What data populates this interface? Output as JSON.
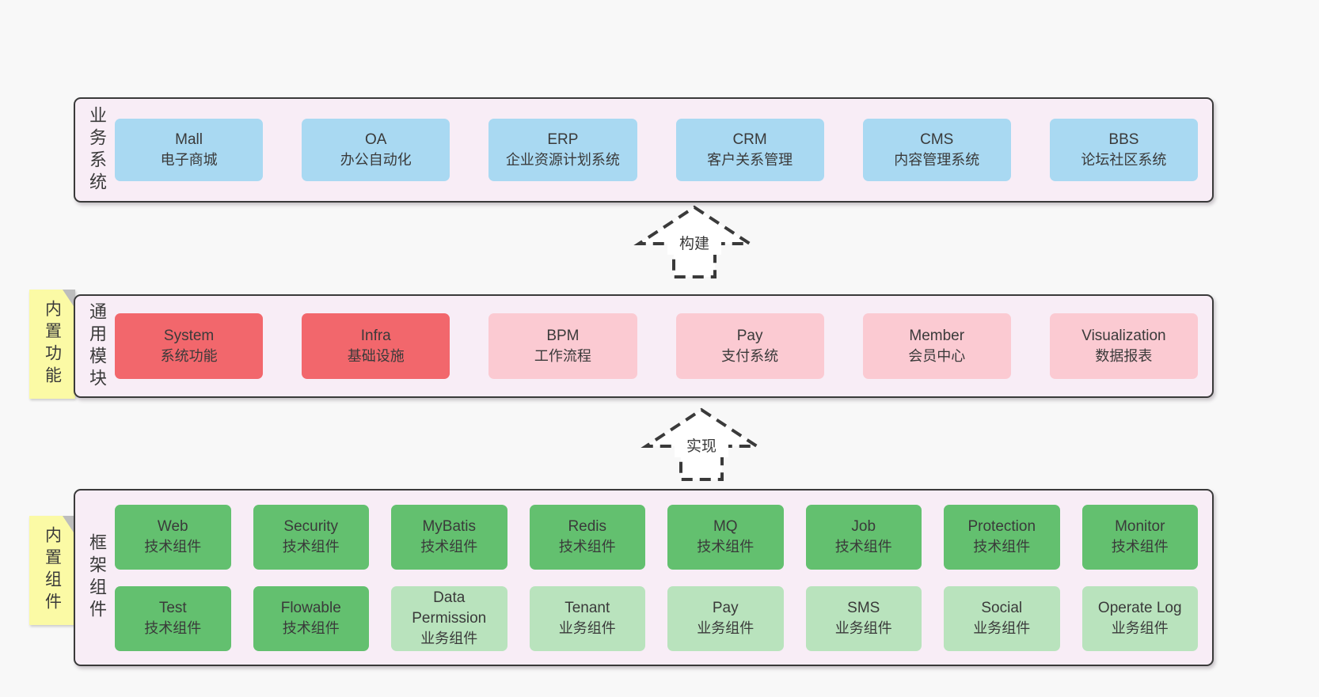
{
  "colors": {
    "page_bg": "#f8f8f8",
    "band_bg": "#f8edf6",
    "line": "#3a3a3a",
    "blue": "#a9d9f2",
    "red": "#f2676c",
    "pink": "#fbcad2",
    "green": "#63c06f",
    "green_light": "#b9e3bd",
    "yellow": "#fbfaa5",
    "fold": "#bdbdbd"
  },
  "arrows": [
    {
      "label": "构建"
    },
    {
      "label": "实现"
    }
  ],
  "bands": [
    {
      "label": "业务系统",
      "boxes": [
        {
          "en": "Mall",
          "cn": "电子商城"
        },
        {
          "en": "OA",
          "cn": "办公自动化"
        },
        {
          "en": "ERP",
          "cn": "企业资源计划系统"
        },
        {
          "en": "CRM",
          "cn": "客户关系管理"
        },
        {
          "en": "CMS",
          "cn": "内容管理系统"
        },
        {
          "en": "BBS",
          "cn": "论坛社区系统"
        }
      ]
    },
    {
      "label": "通用模块",
      "tag": "内置功能",
      "boxes": [
        {
          "en": "System",
          "cn": "系统功能"
        },
        {
          "en": "Infra",
          "cn": "基础设施"
        },
        {
          "en": "BPM",
          "cn": "工作流程"
        },
        {
          "en": "Pay",
          "cn": "支付系统"
        },
        {
          "en": "Member",
          "cn": "会员中心"
        },
        {
          "en": "Visualization",
          "cn": "数据报表"
        }
      ]
    },
    {
      "label": "框架组件",
      "tag": "内置组件",
      "rows": [
        [
          {
            "en": "Web",
            "cn": "技术组件"
          },
          {
            "en": "Security",
            "cn": "技术组件"
          },
          {
            "en": "MyBatis",
            "cn": "技术组件"
          },
          {
            "en": "Redis",
            "cn": "技术组件"
          },
          {
            "en": "MQ",
            "cn": "技术组件"
          },
          {
            "en": "Job",
            "cn": "技术组件"
          },
          {
            "en": "Protection",
            "cn": "技术组件"
          },
          {
            "en": "Monitor",
            "cn": "技术组件"
          }
        ],
        [
          {
            "en": "Test",
            "cn": "技术组件"
          },
          {
            "en": "Flowable",
            "cn": "技术组件"
          },
          {
            "en": "Data Permission",
            "cn": "业务组件"
          },
          {
            "en": "Tenant",
            "cn": "业务组件"
          },
          {
            "en": "Pay",
            "cn": "业务组件"
          },
          {
            "en": "SMS",
            "cn": "业务组件"
          },
          {
            "en": "Social",
            "cn": "业务组件"
          },
          {
            "en": "Operate Log",
            "cn": "业务组件"
          }
        ]
      ]
    }
  ]
}
